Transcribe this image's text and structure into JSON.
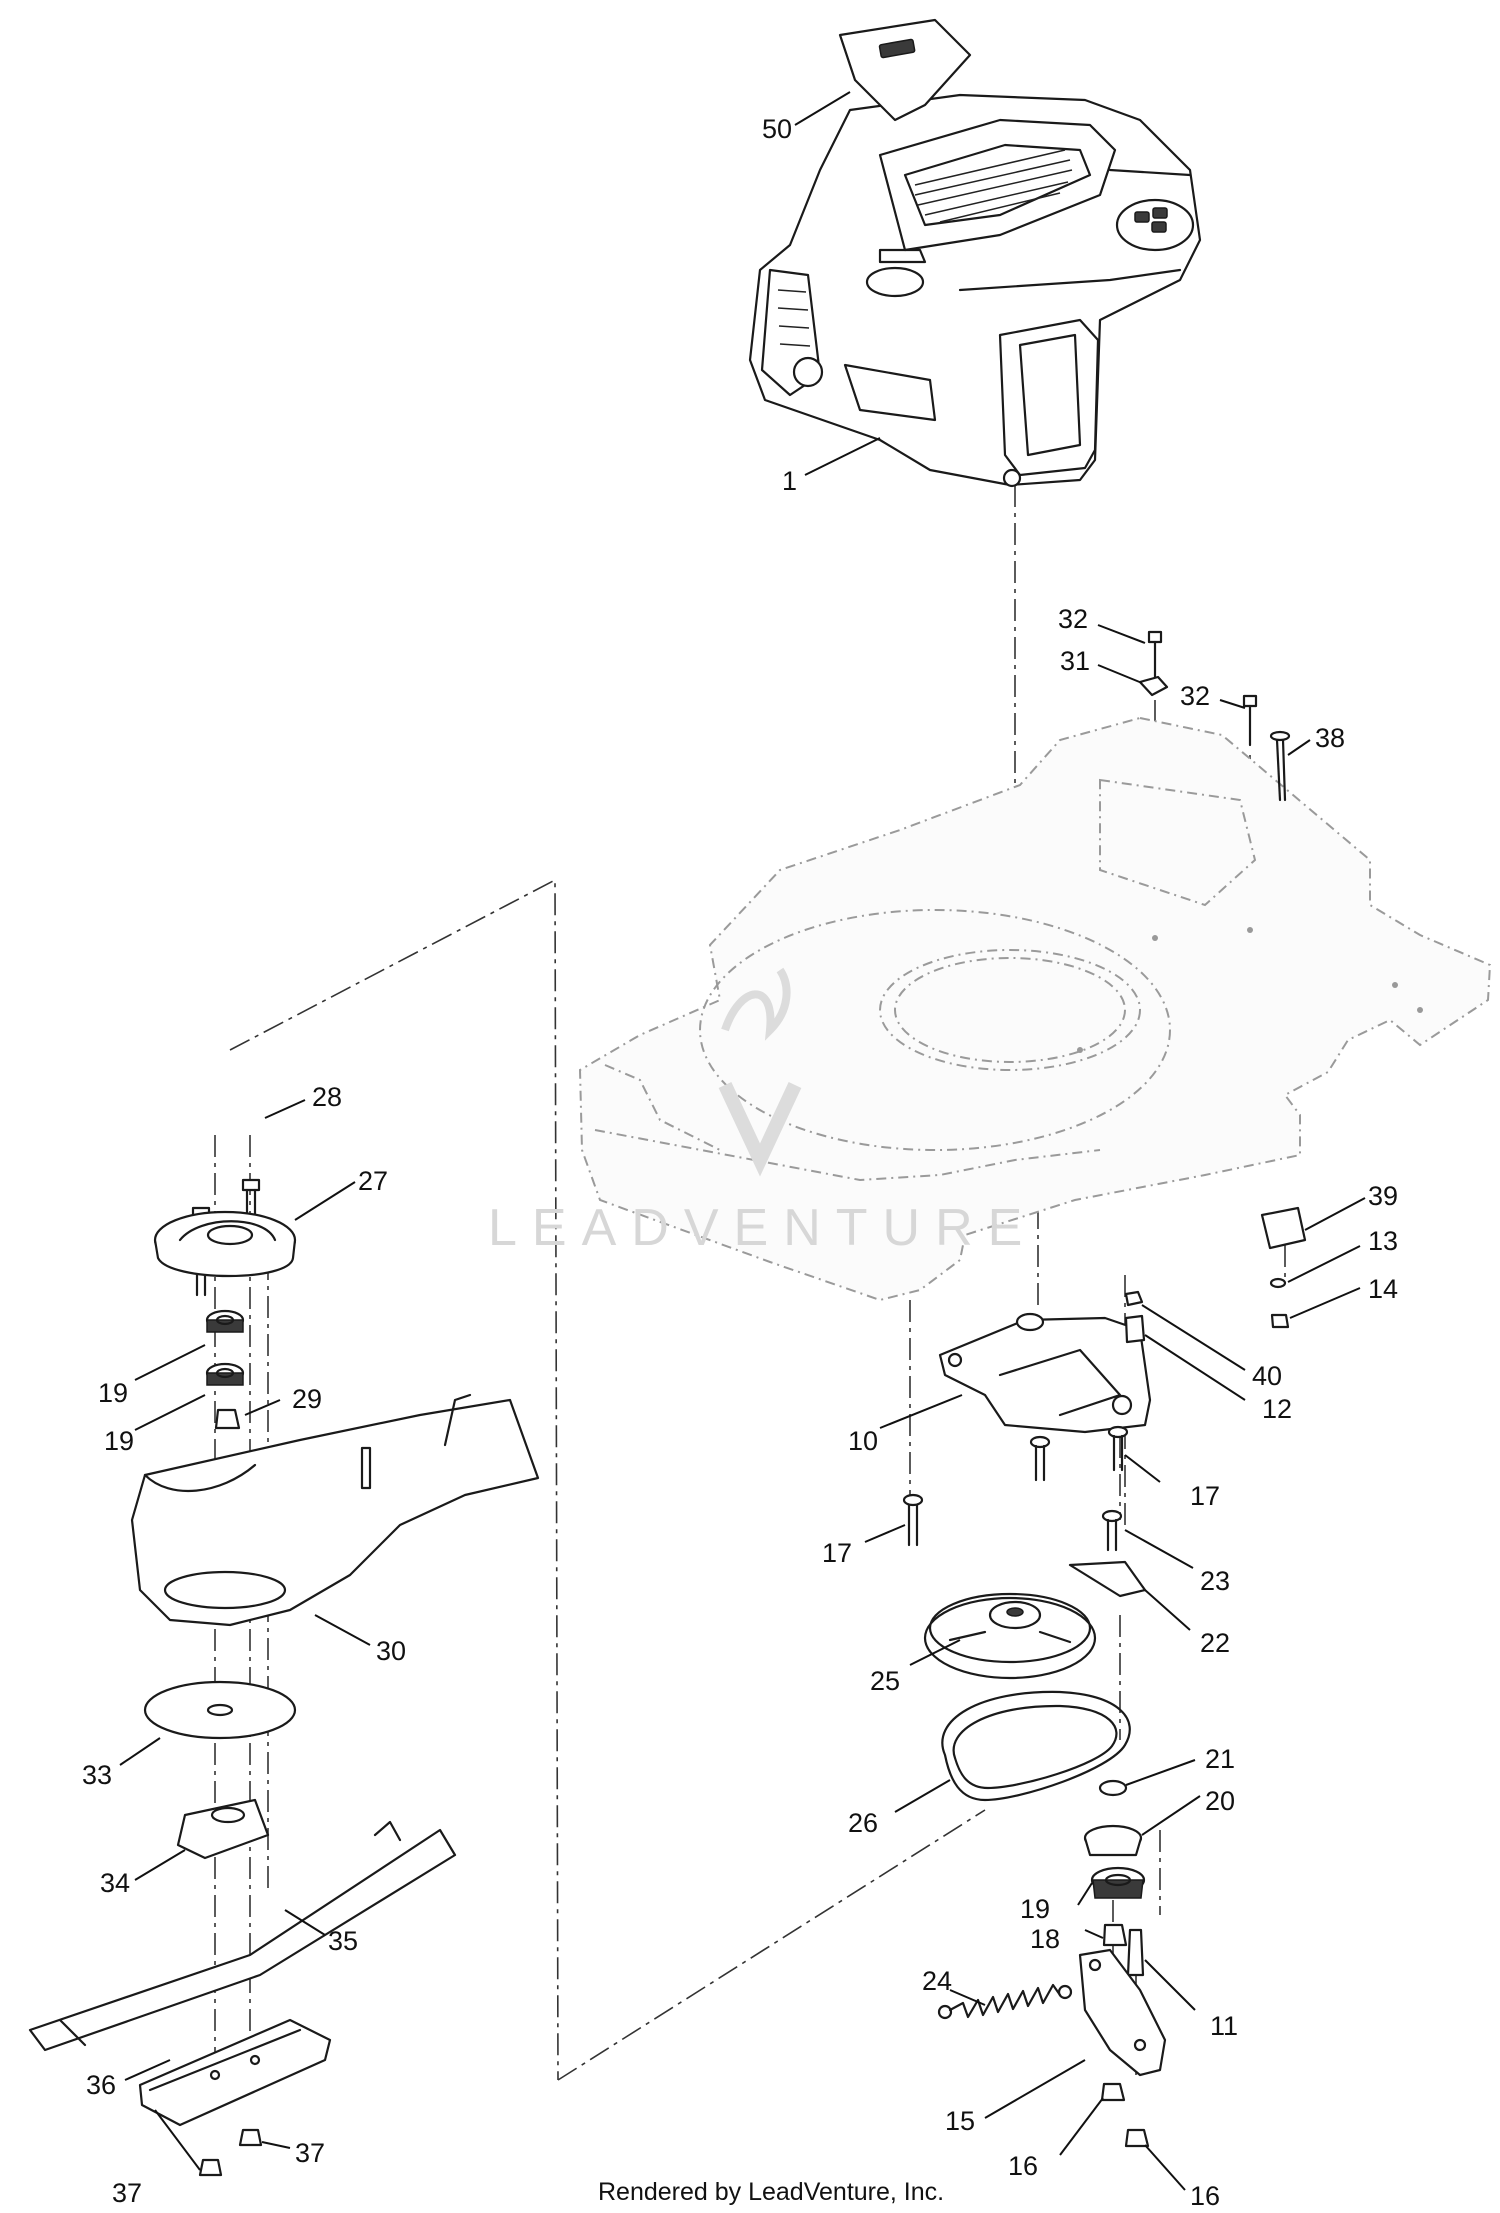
{
  "watermark": {
    "text": "LEADVENTURE"
  },
  "footer": {
    "credit": "Rendered by LeadVenture, Inc."
  },
  "callouts": [
    {
      "id": "c50",
      "label": "50"
    },
    {
      "id": "c1",
      "label": "1"
    },
    {
      "id": "c32a",
      "label": "32"
    },
    {
      "id": "c31",
      "label": "31"
    },
    {
      "id": "c32b",
      "label": "32"
    },
    {
      "id": "c38",
      "label": "38"
    },
    {
      "id": "c28",
      "label": "28"
    },
    {
      "id": "c27",
      "label": "27"
    },
    {
      "id": "c19a",
      "label": "19"
    },
    {
      "id": "c19b",
      "label": "19"
    },
    {
      "id": "c29",
      "label": "29"
    },
    {
      "id": "c30",
      "label": "30"
    },
    {
      "id": "c33",
      "label": "33"
    },
    {
      "id": "c34",
      "label": "34"
    },
    {
      "id": "c35",
      "label": "35"
    },
    {
      "id": "c36",
      "label": "36"
    },
    {
      "id": "c37a",
      "label": "37"
    },
    {
      "id": "c37b",
      "label": "37"
    },
    {
      "id": "c39",
      "label": "39"
    },
    {
      "id": "c13",
      "label": "13"
    },
    {
      "id": "c14",
      "label": "14"
    },
    {
      "id": "c40",
      "label": "40"
    },
    {
      "id": "c12",
      "label": "12"
    },
    {
      "id": "c10",
      "label": "10"
    },
    {
      "id": "c17a",
      "label": "17"
    },
    {
      "id": "c17b",
      "label": "17"
    },
    {
      "id": "c23",
      "label": "23"
    },
    {
      "id": "c22",
      "label": "22"
    },
    {
      "id": "c25",
      "label": "25"
    },
    {
      "id": "c21",
      "label": "21"
    },
    {
      "id": "c20",
      "label": "20"
    },
    {
      "id": "c26",
      "label": "26"
    },
    {
      "id": "c19c",
      "label": "19"
    },
    {
      "id": "c18",
      "label": "18"
    },
    {
      "id": "c24",
      "label": "24"
    },
    {
      "id": "c11",
      "label": "11"
    },
    {
      "id": "c15",
      "label": "15"
    },
    {
      "id": "c16a",
      "label": "16"
    },
    {
      "id": "c16b",
      "label": "16"
    }
  ]
}
